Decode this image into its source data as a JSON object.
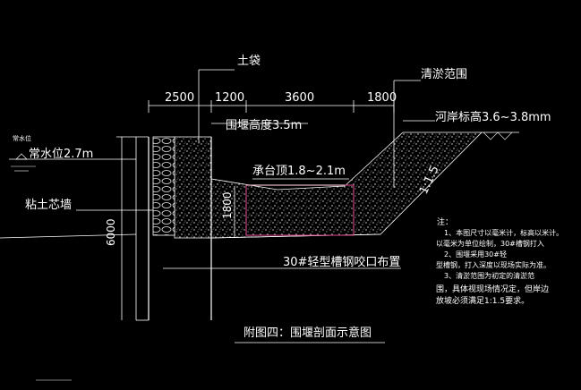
{
  "drawing": {
    "title": "附图四：围堰剖面示意图",
    "labels": {
      "soil_bag": "土袋",
      "dredge_range": "清淤范围",
      "cofferdam_height": "围堰高度3.5m",
      "bank_elevation": "河岸标高3.6~3.8mm",
      "water_level": "常水位2.7m",
      "water_level_small": "常水位",
      "cap_top": "承台顶1.8~2.1m",
      "clay_core_wall": "粘土芯墙",
      "slope_ratio": "1:1.5",
      "height_6000": "6000",
      "height_1800": "1800",
      "lock_note": "30#轻型槽钢咬口布置"
    },
    "dimensions": [
      "2500",
      "1200",
      "3600",
      "1800"
    ],
    "notes": {
      "heading": "注：",
      "lines": [
        "1、本图尺寸以毫米计，标高以米计。",
        "以毫米为单位绘制，30#槽钢打入",
        "2、围堰采用30#轻",
        "型槽钢，打入深度以现场实际为准。",
        "3、清淤范围为初定的清淤范",
        "围，具体视现场情况定，但岸边",
        "放坡必须满足1:1.5要求。"
      ]
    },
    "colors": {
      "background": "#000000",
      "line": "#ffffff",
      "highlight": "#c0407a",
      "fill": "#bdbdbd"
    }
  }
}
